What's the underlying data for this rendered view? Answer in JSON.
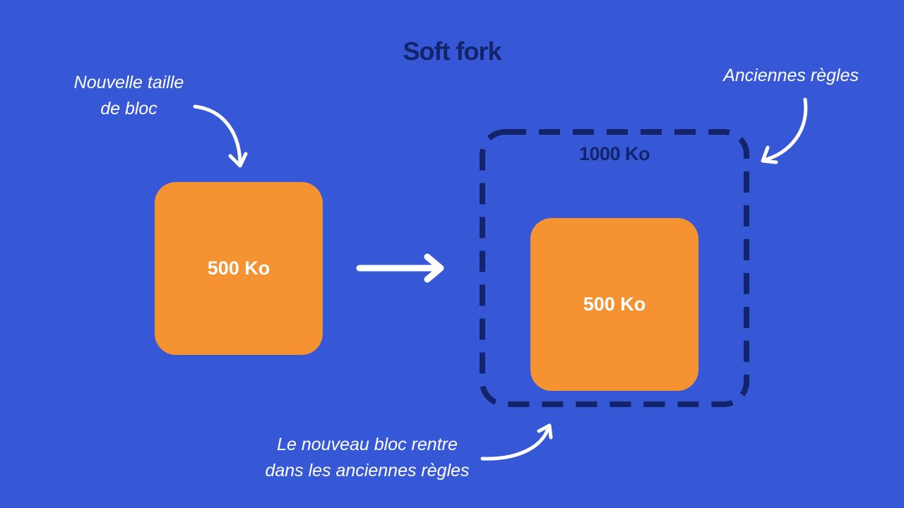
{
  "title": "Soft fork",
  "annotations": {
    "new_size": [
      "Nouvelle taille",
      "de bloc"
    ],
    "old_rules": "Anciennes règles",
    "fits": [
      "Le nouveau bloc rentre",
      "dans les anciennes règles"
    ]
  },
  "blocks": {
    "old_block_label": "500 Ko",
    "new_block_label": "500 Ko",
    "limit_label": "1000 Ko"
  },
  "colors": {
    "background": "#3658d6",
    "block": "#f59333",
    "dark": "#14246a",
    "text_light": "#ffffff"
  }
}
